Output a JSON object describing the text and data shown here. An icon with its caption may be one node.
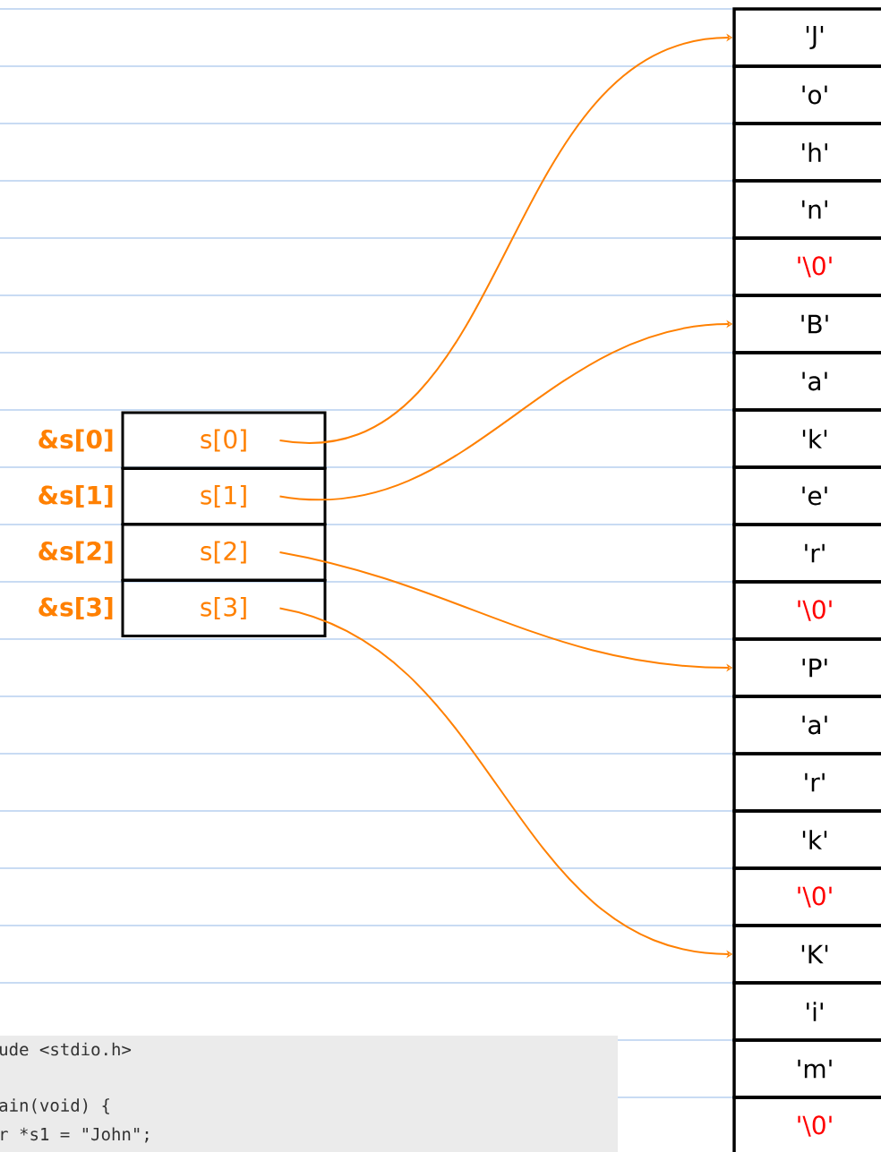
{
  "diagram": {
    "nodes": [
      {
        "text": [
          "s[0]"
        ],
        "beside": [
          "&s[0]"
        ]
      },
      {
        "text": [
          "s[1]"
        ],
        "beside": [
          "&s[1]"
        ]
      },
      {
        "text": [
          "s[2]"
        ],
        "beside": [
          "&s[2]"
        ]
      },
      {
        "text": [
          "s[3]"
        ],
        "beside": [
          "&s[3]"
        ]
      },
      {
        "text": [
          "'J'"
        ]
      },
      {
        "text": [
          "'o'"
        ]
      },
      {
        "text": [
          "'h'"
        ]
      },
      {
        "text": [
          "'n'"
        ]
      },
      {
        "text": [
          "'\\0'"
        ]
      },
      {
        "text": [
          "'B'"
        ]
      },
      {
        "text": [
          "'a'"
        ]
      },
      {
        "text": [
          "'k'"
        ]
      },
      {
        "text": [
          "'e'"
        ]
      },
      {
        "text": [
          "'r'"
        ]
      },
      {
        "text": [
          "'\\0'"
        ]
      },
      {
        "text": [
          "'P'"
        ]
      },
      {
        "text": [
          "'a'"
        ]
      },
      {
        "text": [
          "'r'"
        ]
      },
      {
        "text": [
          "'k'"
        ]
      },
      {
        "text": [
          "'\\0'"
        ]
      },
      {
        "text": [
          "'K'"
        ]
      },
      {
        "text": [
          "'i'"
        ]
      },
      {
        "text": [
          "'m'"
        ]
      },
      {
        "text": [
          "'\\0'"
        ]
      }
    ],
    "edges": [
      {
        "from": 0,
        "to": 4,
        "arrow": "to"
      },
      {
        "from": 1,
        "to": 9,
        "arrow": "to"
      },
      {
        "from": 2,
        "to": 15,
        "arrow": "to"
      },
      {
        "from": 3,
        "to": 20,
        "arrow": "to"
      }
    ],
    "labels": [
      "ude <stdio.h>",
      "ain(void) {",
      "r *s1 = \"John\";"
    ]
  }
}
